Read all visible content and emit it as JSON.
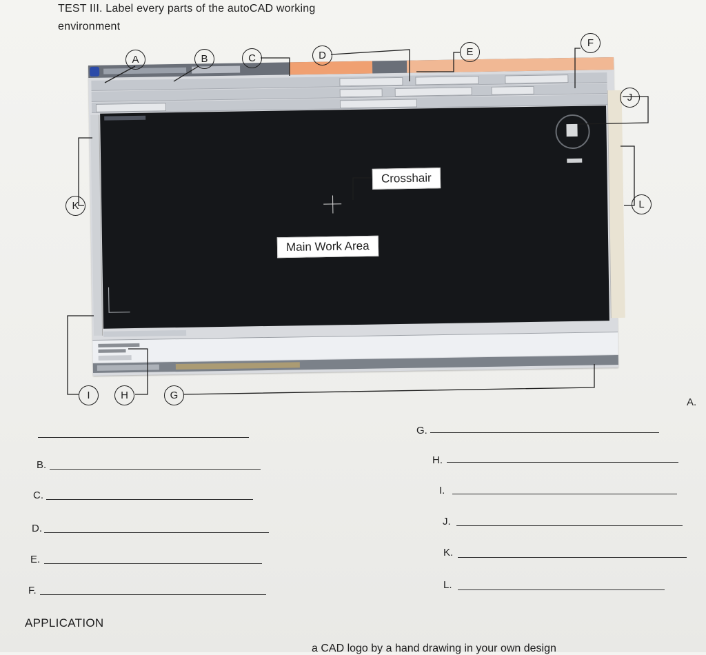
{
  "header": {
    "line1": "TEST III. Label every parts of the autoCAD working",
    "line2": "environment"
  },
  "figure": {
    "callouts": [
      "A",
      "B",
      "C",
      "D",
      "E",
      "F",
      "J",
      "K",
      "L",
      "I",
      "H",
      "G"
    ],
    "crosshair_label": "Crosshair",
    "main_work_area_label": "Main Work Area"
  },
  "answers": {
    "a": "A.",
    "b": "B.",
    "c": "C.",
    "d": "D.",
    "e": "E.",
    "f": "F.",
    "g": "G.",
    "h": "H.",
    "i": "I.",
    "j": "J.",
    "k": "K.",
    "l": "L."
  },
  "application": {
    "heading": "APPLICATION",
    "cut_text": "a CAD logo by a hand drawing in your own design"
  },
  "colors": {
    "paper": "#f0f0ed",
    "ink": "#1e1e1e",
    "canvas": "#15171a",
    "title_accent": "#f0a071"
  }
}
